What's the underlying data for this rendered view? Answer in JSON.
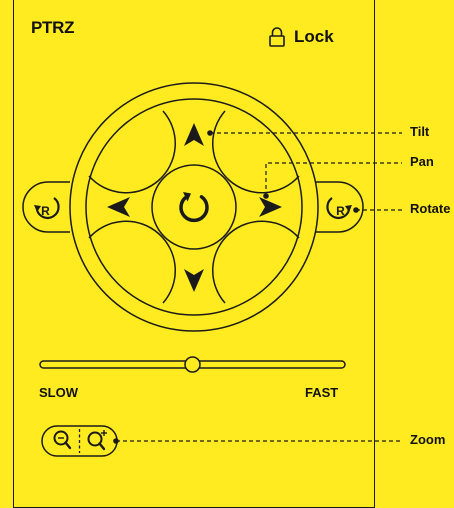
{
  "app": {
    "title": "PTRZ"
  },
  "lock": {
    "label": "Lock",
    "icon": "lock-icon"
  },
  "joystick": {
    "icons": {
      "up": "arrow-up-icon",
      "down": "arrow-down-icon",
      "left": "arrow-left-icon",
      "right": "arrow-right-icon",
      "center": "reset-rotation-icon",
      "rotate_left": "rotate-left-icon",
      "rotate_right": "rotate-right-icon"
    }
  },
  "speed": {
    "min_label": "SLOW",
    "max_label": "FAST",
    "value": 0.5
  },
  "zoom": {
    "out_icon": "zoom-out-icon",
    "in_icon": "zoom-in-icon"
  },
  "callouts": {
    "tilt": "Tilt",
    "pan": "Pan",
    "rotate": "Rotate",
    "zoom": "Zoom"
  },
  "colors": {
    "background": "#ffeb1f",
    "ink": "#1a1a1a"
  }
}
